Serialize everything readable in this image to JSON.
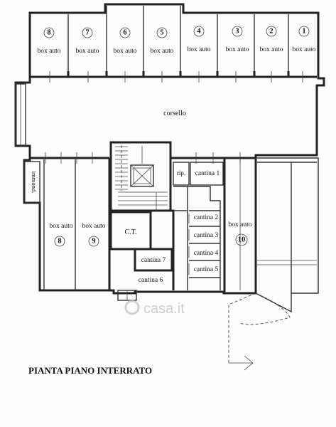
{
  "plan": {
    "title": "PIANTA PIANO INTERRATO",
    "corridor_label": "corsello",
    "watermark": "casa.it",
    "top_boxes": [
      {
        "number": "8",
        "label": "box auto"
      },
      {
        "number": "7",
        "label": "box auto"
      },
      {
        "number": "6",
        "label": "box auto"
      },
      {
        "number": "5",
        "label": "box auto"
      },
      {
        "number": "4",
        "label": "box auto"
      },
      {
        "number": "3",
        "label": "box auto"
      },
      {
        "number": "2",
        "label": "box auto"
      },
      {
        "number": "1",
        "label": "box auto"
      }
    ],
    "bottom_boxes": [
      {
        "number": "8",
        "label": "box auto"
      },
      {
        "number": "9",
        "label": "box auto"
      },
      {
        "number": "10",
        "label": "box auto"
      }
    ],
    "rooms": {
      "immond": "immond.",
      "rip": "rip.",
      "ct": "C.T.",
      "cantine": [
        "cantina 1",
        "cantina 2",
        "cantina 3",
        "cantina 4",
        "cantina 5",
        "cantina 6",
        "cantina 7"
      ]
    }
  }
}
